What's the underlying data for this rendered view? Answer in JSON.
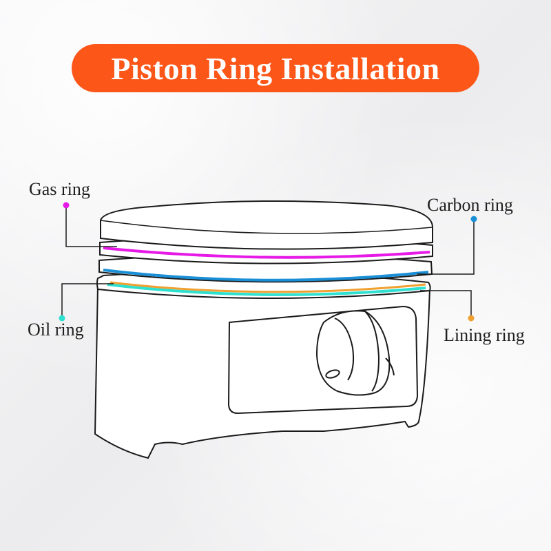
{
  "title": "Piston Ring Installation",
  "labels": {
    "gas": "Gas ring",
    "carbon": "Carbon ring",
    "oil": "Oil ring",
    "lining": "Lining ring"
  },
  "colors": {
    "title_bg": "#fc5619",
    "title_text": "#ffffff",
    "gas_ring": "#e619e6",
    "carbon_ring": "#1a8fd6",
    "oil_ring": "#2ee0d0",
    "lining_ring": "#f0a030",
    "outline": "#1a1a1a"
  }
}
